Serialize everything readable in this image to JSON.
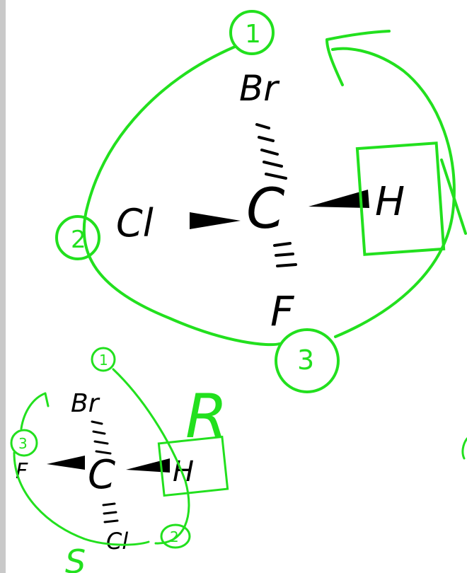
{
  "colors": {
    "ink": "#000000",
    "annotation": "#22e01e",
    "gutter": "#c9c9c9",
    "background": "#ffffff"
  },
  "molecule_1": {
    "top": "Br",
    "center": "C",
    "right": "H",
    "left": "Cl",
    "bottom": "F",
    "priority_1": "1",
    "priority_2": "2",
    "priority_3": "3"
  },
  "molecule_2": {
    "top": "Br",
    "center": "C",
    "right": "H",
    "left": "F",
    "bottom": "Cl",
    "priority_1": "1",
    "priority_2": "2",
    "priority_3": "3",
    "assignment_R": "R",
    "assignment_S": "S"
  }
}
